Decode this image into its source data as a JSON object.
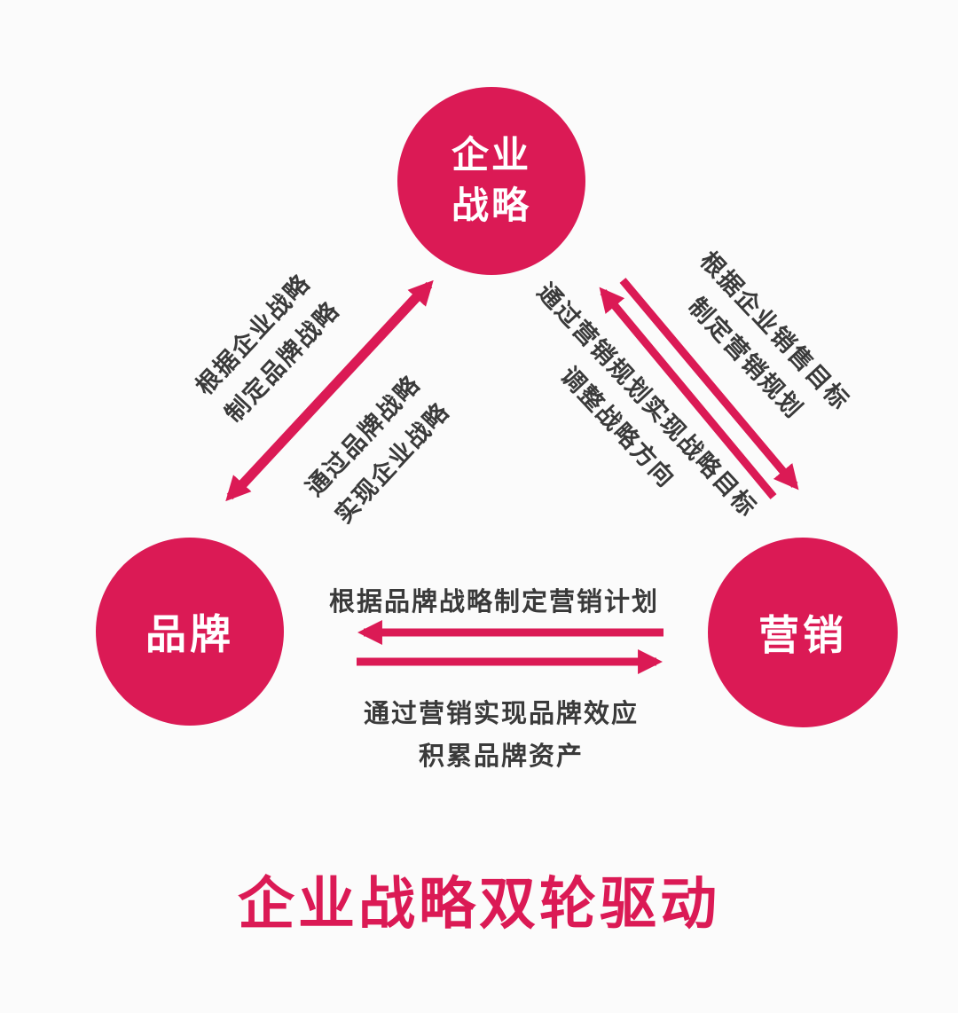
{
  "title": "企业战略双轮驱动",
  "colors": {
    "accent": "#DB1A55",
    "background": "#FBFBFB",
    "label_text": "#3A3A3A",
    "node_text": "#FFFFFF"
  },
  "nodes": {
    "strategy": {
      "label": "企业\n战略"
    },
    "brand": {
      "label": "品牌"
    },
    "marketing": {
      "label": "营销"
    }
  },
  "edges": {
    "strategy_brand": {
      "outer_label": "根据企业战略\n制定品牌战略",
      "inner_label": "通过品牌战略\n实现企业战略"
    },
    "strategy_marketing": {
      "outer_label": "根据企业销售目标\n制定营销规划",
      "inner_label": "通过营销规划实现战略目标\n调整战略方向"
    },
    "brand_marketing": {
      "top_label": "根据品牌战略制定营销计划",
      "bottom_label": "通过营销实现品牌效应\n积累品牌资产"
    }
  }
}
